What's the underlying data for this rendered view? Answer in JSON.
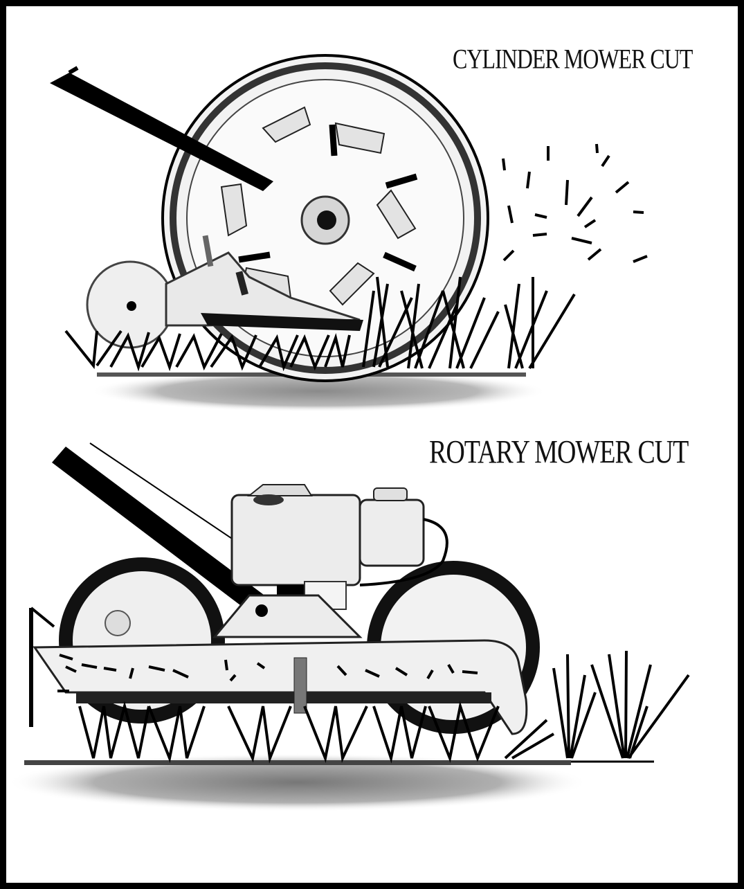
{
  "diagram": {
    "panels": [
      {
        "id": "cylinder",
        "caption": "CYLINDER MOWER CUT"
      },
      {
        "id": "rotary",
        "caption": "ROTARY MOWER CUT"
      }
    ],
    "colors": {
      "ink": "#000000",
      "paper": "#ffffff",
      "shade": "#e6e6e6",
      "soil": "#8a8a8a"
    }
  }
}
